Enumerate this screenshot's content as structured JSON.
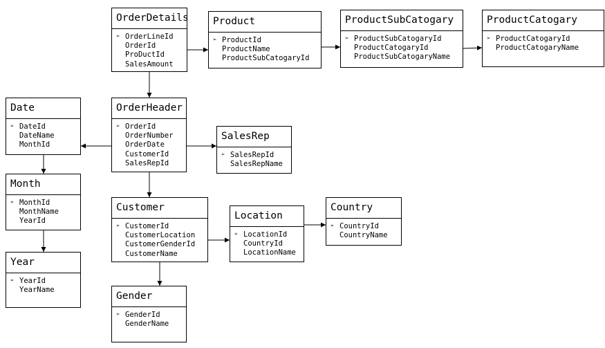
{
  "entities": [
    {
      "id": "orderdetails",
      "title": "OrderDetails",
      "fields": [
        "OrderLineId",
        "OrderId",
        "ProDuctId",
        "SalesAmount"
      ]
    },
    {
      "id": "product",
      "title": "Product",
      "fields": [
        "ProductId",
        "ProductName",
        "ProductSubCatogaryId"
      ]
    },
    {
      "id": "productsubcatogary",
      "title": "ProductSubCatogary",
      "fields": [
        "ProductSubCatogaryId",
        "ProductCatogaryId",
        "ProductSubCatogaryName"
      ]
    },
    {
      "id": "productcatogary",
      "title": "ProductCatogary",
      "fields": [
        "ProductCatogaryId",
        "ProductCatogaryName"
      ]
    },
    {
      "id": "date",
      "title": "Date",
      "fields": [
        "DateId",
        "DateName",
        "MonthId"
      ]
    },
    {
      "id": "orderheader",
      "title": "OrderHeader",
      "fields": [
        "OrderId",
        "OrderNumber",
        "OrderDate",
        "CustomerId",
        "SalesRepId"
      ]
    },
    {
      "id": "salesrep",
      "title": "SalesRep",
      "fields": [
        "SalesRepId",
        "SalesRepName"
      ]
    },
    {
      "id": "month",
      "title": "Month",
      "fields": [
        "MonthId",
        "MonthName",
        "YearId"
      ]
    },
    {
      "id": "customer",
      "title": "Customer",
      "fields": [
        "CustomerId",
        "CustomerLocation",
        "CustomerGenderId",
        "CustomerName"
      ]
    },
    {
      "id": "location",
      "title": "Location",
      "fields": [
        "LocationId",
        "CountryId",
        "LocationName"
      ]
    },
    {
      "id": "country",
      "title": "Country",
      "fields": [
        "CountryId",
        "CountryName"
      ]
    },
    {
      "id": "year",
      "title": "Year",
      "fields": [
        "YearId",
        "YearName"
      ]
    },
    {
      "id": "gender",
      "title": "Gender",
      "fields": [
        "GenderId",
        "GenderName"
      ]
    }
  ],
  "relationships": [
    {
      "from": "orderdetails",
      "to": "product"
    },
    {
      "from": "product",
      "to": "productsubcatogary"
    },
    {
      "from": "productsubcatogary",
      "to": "productcatogary"
    },
    {
      "from": "orderdetails",
      "to": "orderheader"
    },
    {
      "from": "orderheader",
      "to": "date"
    },
    {
      "from": "orderheader",
      "to": "salesrep"
    },
    {
      "from": "orderheader",
      "to": "customer"
    },
    {
      "from": "date",
      "to": "month"
    },
    {
      "from": "month",
      "to": "year"
    },
    {
      "from": "customer",
      "to": "location"
    },
    {
      "from": "location",
      "to": "country"
    },
    {
      "from": "customer",
      "to": "gender"
    }
  ],
  "icons": {
    "key_marker": "arrowhead-bullet-icon"
  }
}
